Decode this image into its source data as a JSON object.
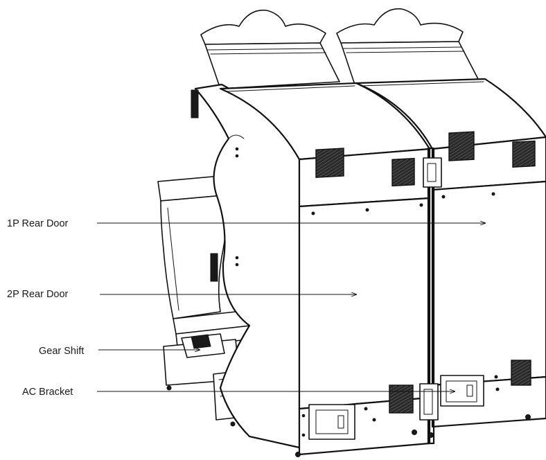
{
  "callouts": [
    {
      "id": "1p-rear-door",
      "label": "1P Rear Door"
    },
    {
      "id": "2p-rear-door",
      "label": "2P Rear Door"
    },
    {
      "id": "gear-shift",
      "label": "Gear Shift"
    },
    {
      "id": "ac-bracket",
      "label": "AC Bracket"
    }
  ]
}
